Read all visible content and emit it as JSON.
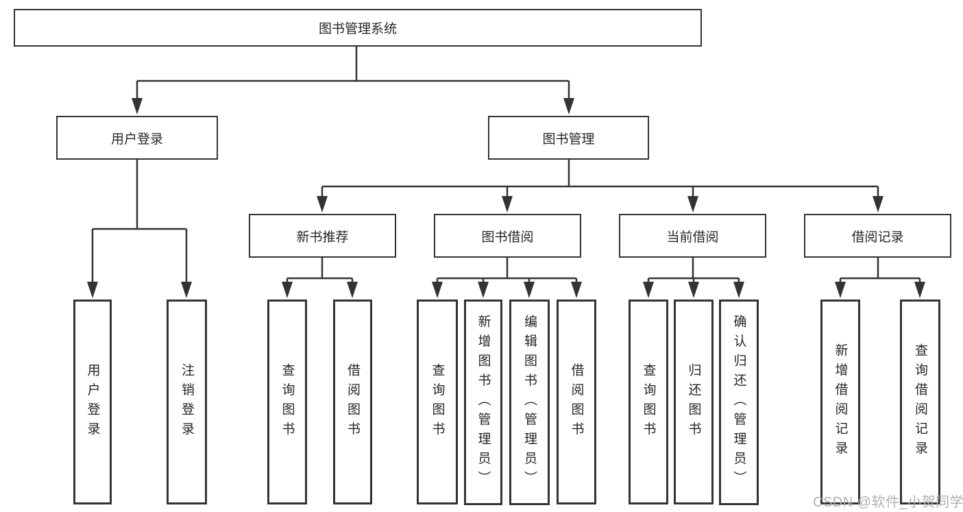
{
  "diagram": {
    "title": "图书管理系统",
    "nodes": {
      "root": "图书管理系统",
      "user_login": "用户登录",
      "book_mgmt": "图书管理",
      "new_books": "新书推荐",
      "book_borrow": "图书借阅",
      "current_borrow": "当前借阅",
      "borrow_records": "借阅记录",
      "leaf_user_login": "用户登录",
      "leaf_logout": "注销登录",
      "leaf_nb_query": "查询图书",
      "leaf_nb_borrow": "借阅图书",
      "leaf_bb_query": "查询图书",
      "leaf_bb_add": "新增图书（管理员）",
      "leaf_bb_edit": "编辑图书（管理员）",
      "leaf_bb_borrow": "借阅图书",
      "leaf_cb_query": "查询图书",
      "leaf_cb_return": "归还图书",
      "leaf_cb_confirm": "确认归还（管理员）",
      "leaf_br_add": "新增借阅记录",
      "leaf_br_query": "查询借阅记录"
    }
  },
  "watermark": "CSDN @软件_小贺同学",
  "colors": {
    "line": "#333333",
    "text": "#262626",
    "watermark": "#b0b0b0",
    "background": "#ffffff"
  }
}
